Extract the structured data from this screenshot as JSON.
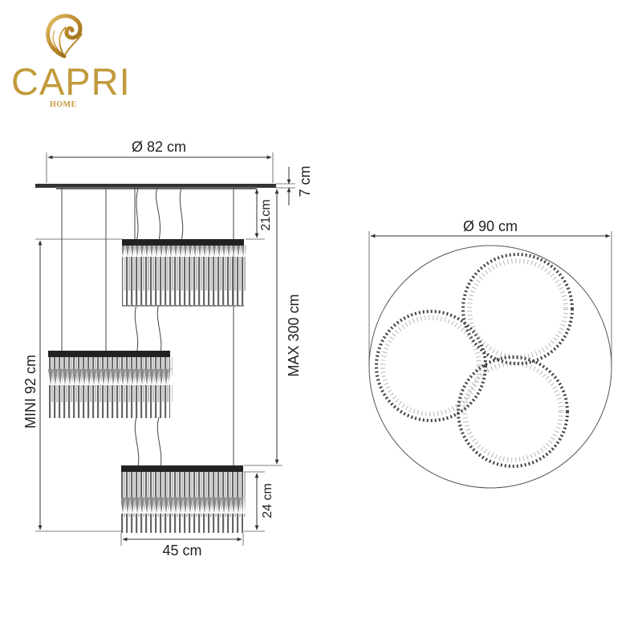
{
  "brand": {
    "name": "CAPRI",
    "sub": "HOME",
    "color": "#c19a3a"
  },
  "dimensions": {
    "canopy_diameter": "Ø 82 cm",
    "canopy_height": "7 cm",
    "top_drop": "21cm",
    "max_length": "MAX 300 cm",
    "min_length": "MINI 92 cm",
    "ring_height": "24 cm",
    "ring_diameter": "45 cm",
    "overall_diameter": "Ø 90 cm"
  },
  "colors": {
    "line": "#333333",
    "crystal": "#555555"
  }
}
